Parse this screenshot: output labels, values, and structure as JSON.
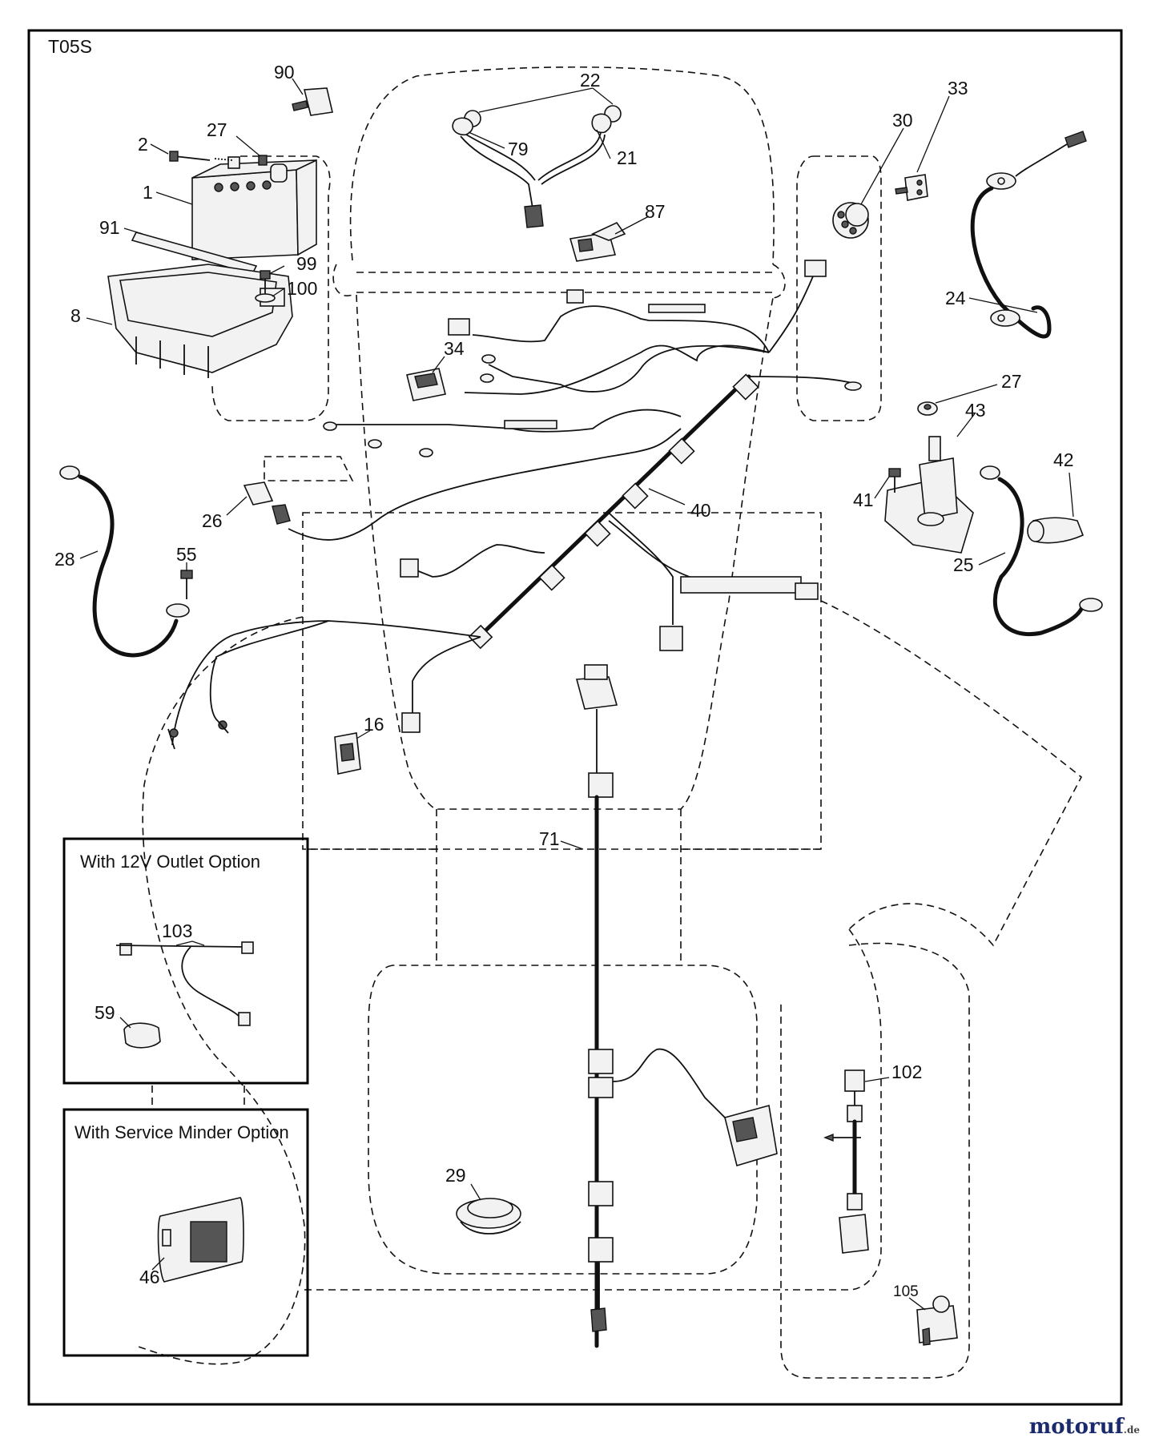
{
  "diagram_code": "T05S",
  "insets": {
    "outlet_12v": {
      "title": "With 12V Outlet Option"
    },
    "service_minder": {
      "title": "With Service Minder Option"
    }
  },
  "parts": [
    {
      "id": "p90",
      "label": "90"
    },
    {
      "id": "p22",
      "label": "22"
    },
    {
      "id": "p33",
      "label": "33"
    },
    {
      "id": "p2",
      "label": "2"
    },
    {
      "id": "p27a",
      "label": "27"
    },
    {
      "id": "p30",
      "label": "30"
    },
    {
      "id": "p79",
      "label": "79"
    },
    {
      "id": "p21",
      "label": "21"
    },
    {
      "id": "p1",
      "label": "1"
    },
    {
      "id": "p87",
      "label": "87"
    },
    {
      "id": "p91",
      "label": "91"
    },
    {
      "id": "p99",
      "label": "99"
    },
    {
      "id": "p100",
      "label": "100"
    },
    {
      "id": "p8",
      "label": "8"
    },
    {
      "id": "p24",
      "label": "24"
    },
    {
      "id": "p34",
      "label": "34"
    },
    {
      "id": "p27b",
      "label": "27"
    },
    {
      "id": "p43",
      "label": "43"
    },
    {
      "id": "p42",
      "label": "42"
    },
    {
      "id": "p41",
      "label": "41"
    },
    {
      "id": "p40",
      "label": "40"
    },
    {
      "id": "p26",
      "label": "26"
    },
    {
      "id": "p28",
      "label": "28"
    },
    {
      "id": "p55",
      "label": "55"
    },
    {
      "id": "p25",
      "label": "25"
    },
    {
      "id": "p16",
      "label": "16"
    },
    {
      "id": "p71",
      "label": "71"
    },
    {
      "id": "p103",
      "label": "103"
    },
    {
      "id": "p59",
      "label": "59"
    },
    {
      "id": "p102",
      "label": "102"
    },
    {
      "id": "p29",
      "label": "29"
    },
    {
      "id": "p46",
      "label": "46"
    },
    {
      "id": "p105",
      "label": "105"
    }
  ],
  "watermark": {
    "brand_main": "motoruf",
    "brand_tld": ".de"
  }
}
